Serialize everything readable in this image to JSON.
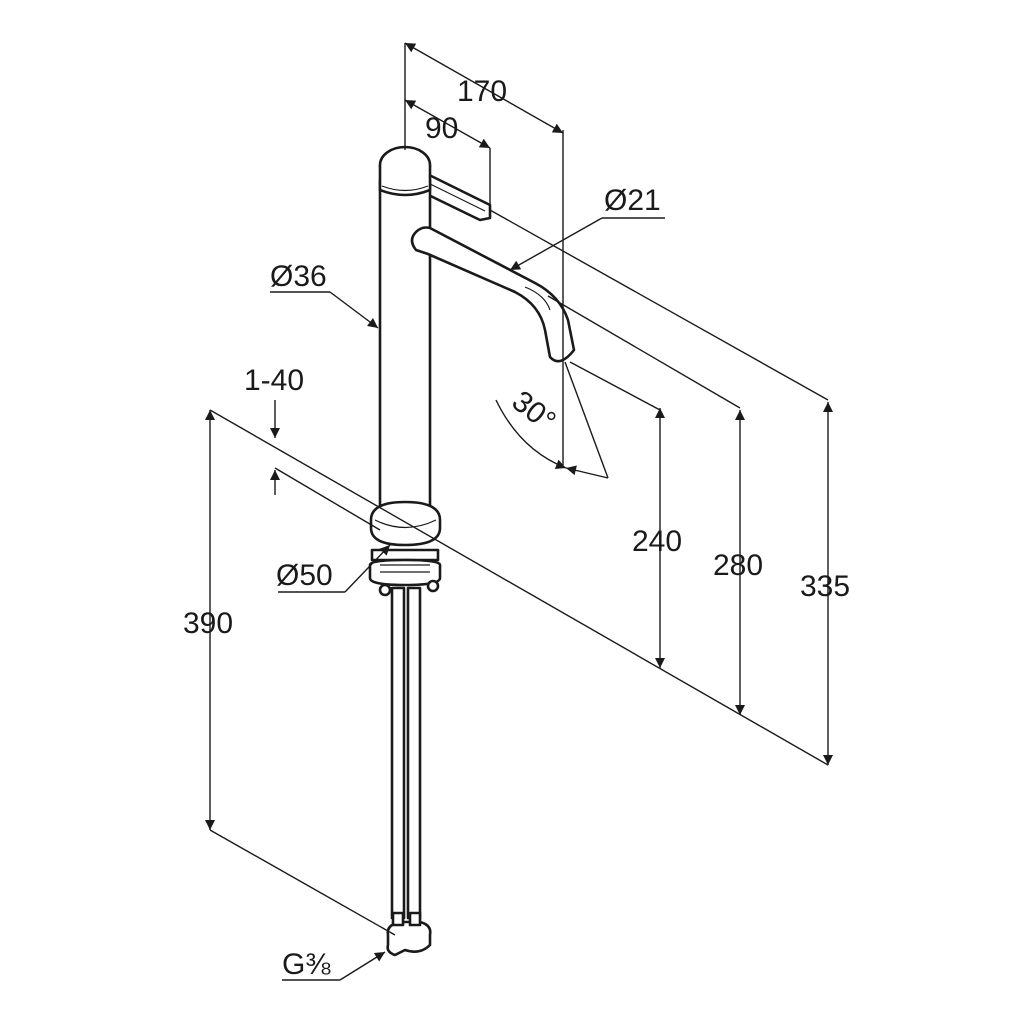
{
  "dimensions": {
    "width_total": "170",
    "lever_offset": "90",
    "spout_diameter": "Ø21",
    "body_diameter": "Ø36",
    "deck_thickness": "1-40",
    "spout_angle": "30°",
    "spout_height": "240",
    "lever_top_height": "280",
    "total_height": "335",
    "base_diameter": "Ø50",
    "hose_length": "390",
    "thread": "G⅜"
  }
}
